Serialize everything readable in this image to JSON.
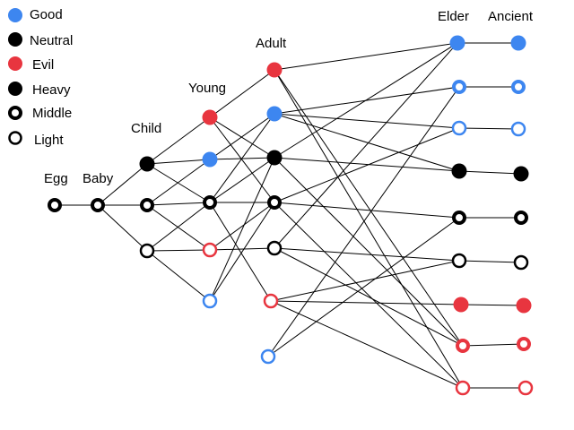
{
  "colors": {
    "good": "#3d86f0",
    "neutral": "#000000",
    "evil": "#e8353f",
    "edge": "#000000"
  },
  "legend": [
    {
      "id": "good",
      "label": "Good",
      "style": "filled",
      "color": "#3d86f0"
    },
    {
      "id": "neutral",
      "label": "Neutral",
      "style": "filled",
      "color": "#000000"
    },
    {
      "id": "evil",
      "label": "Evil",
      "style": "filled",
      "color": "#e8353f"
    },
    {
      "id": "heavy",
      "label": "Heavy",
      "style": "filled",
      "color": "#000000"
    },
    {
      "id": "middle",
      "label": "Middle",
      "style": "thick-ring",
      "color": "#000000"
    },
    {
      "id": "light",
      "label": "Light",
      "style": "thin-ring",
      "color": "#000000"
    }
  ],
  "stages": [
    {
      "id": "egg",
      "label": "Egg"
    },
    {
      "id": "baby",
      "label": "Baby"
    },
    {
      "id": "child",
      "label": "Child"
    },
    {
      "id": "young",
      "label": "Young"
    },
    {
      "id": "adult",
      "label": "Adult"
    },
    {
      "id": "elder",
      "label": "Elder"
    },
    {
      "id": "ancient",
      "label": "Ancient"
    }
  ],
  "nodes": [
    {
      "id": "egg",
      "stage": "egg",
      "style": "thick-ring",
      "color": "#000000"
    },
    {
      "id": "baby",
      "stage": "baby",
      "style": "thick-ring",
      "color": "#000000"
    },
    {
      "id": "child-heavy",
      "stage": "child",
      "style": "filled",
      "color": "#000000"
    },
    {
      "id": "child-middle",
      "stage": "child",
      "style": "thick-ring",
      "color": "#000000"
    },
    {
      "id": "child-light",
      "stage": "child",
      "style": "thin-ring",
      "color": "#000000"
    },
    {
      "id": "young-evil-heavy",
      "stage": "young",
      "style": "filled",
      "color": "#e8353f"
    },
    {
      "id": "young-good-heavy",
      "stage": "young",
      "style": "filled",
      "color": "#3d86f0"
    },
    {
      "id": "young-neutral-middle",
      "stage": "young",
      "style": "thick-ring",
      "color": "#000000"
    },
    {
      "id": "young-evil-light",
      "stage": "young",
      "style": "thin-ring",
      "color": "#e8353f"
    },
    {
      "id": "young-good-light",
      "stage": "young",
      "style": "thin-ring",
      "color": "#3d86f0"
    },
    {
      "id": "adult-evil-heavy",
      "stage": "adult",
      "style": "filled",
      "color": "#e8353f"
    },
    {
      "id": "adult-good-heavy",
      "stage": "adult",
      "style": "filled",
      "color": "#3d86f0"
    },
    {
      "id": "adult-neutral-heavy",
      "stage": "adult",
      "style": "filled",
      "color": "#000000"
    },
    {
      "id": "adult-neutral-middle",
      "stage": "adult",
      "style": "thick-ring",
      "color": "#000000"
    },
    {
      "id": "adult-neutral-light",
      "stage": "adult",
      "style": "thin-ring",
      "color": "#000000"
    },
    {
      "id": "adult-evil-light",
      "stage": "adult",
      "style": "thin-ring",
      "color": "#e8353f"
    },
    {
      "id": "adult-good-light",
      "stage": "adult",
      "style": "thin-ring",
      "color": "#3d86f0"
    },
    {
      "id": "elder-good-heavy",
      "stage": "elder",
      "style": "filled",
      "color": "#3d86f0"
    },
    {
      "id": "elder-good-middle",
      "stage": "elder",
      "style": "thick-ring",
      "color": "#3d86f0"
    },
    {
      "id": "elder-good-light",
      "stage": "elder",
      "style": "thin-ring",
      "color": "#3d86f0"
    },
    {
      "id": "elder-neutral-heavy",
      "stage": "elder",
      "style": "filled",
      "color": "#000000"
    },
    {
      "id": "elder-neutral-middle",
      "stage": "elder",
      "style": "thick-ring",
      "color": "#000000"
    },
    {
      "id": "elder-neutral-light",
      "stage": "elder",
      "style": "thin-ring",
      "color": "#000000"
    },
    {
      "id": "elder-evil-heavy",
      "stage": "elder",
      "style": "filled",
      "color": "#e8353f"
    },
    {
      "id": "elder-evil-middle",
      "stage": "elder",
      "style": "thick-ring",
      "color": "#e8353f"
    },
    {
      "id": "elder-evil-light",
      "stage": "elder",
      "style": "thin-ring",
      "color": "#e8353f"
    },
    {
      "id": "ancient-good-heavy",
      "stage": "ancient",
      "style": "filled",
      "color": "#3d86f0"
    },
    {
      "id": "ancient-good-middle",
      "stage": "ancient",
      "style": "thick-ring",
      "color": "#3d86f0"
    },
    {
      "id": "ancient-good-light",
      "stage": "ancient",
      "style": "thin-ring",
      "color": "#3d86f0"
    },
    {
      "id": "ancient-neutral-heavy",
      "stage": "ancient",
      "style": "filled",
      "color": "#000000"
    },
    {
      "id": "ancient-neutral-middle",
      "stage": "ancient",
      "style": "thick-ring",
      "color": "#000000"
    },
    {
      "id": "ancient-neutral-light",
      "stage": "ancient",
      "style": "thin-ring",
      "color": "#000000"
    },
    {
      "id": "ancient-evil-heavy",
      "stage": "ancient",
      "style": "filled",
      "color": "#e8353f"
    },
    {
      "id": "ancient-evil-middle",
      "stage": "ancient",
      "style": "thick-ring",
      "color": "#e8353f"
    },
    {
      "id": "ancient-evil-light",
      "stage": "ancient",
      "style": "thin-ring",
      "color": "#e8353f"
    }
  ],
  "edges": [
    [
      "egg",
      "baby"
    ],
    [
      "baby",
      "child-heavy"
    ],
    [
      "baby",
      "child-middle"
    ],
    [
      "baby",
      "child-light"
    ],
    [
      "child-heavy",
      "young-evil-heavy"
    ],
    [
      "child-heavy",
      "young-good-heavy"
    ],
    [
      "child-heavy",
      "young-neutral-middle"
    ],
    [
      "child-middle",
      "young-good-heavy"
    ],
    [
      "child-middle",
      "young-neutral-middle"
    ],
    [
      "child-middle",
      "young-evil-light"
    ],
    [
      "child-light",
      "young-neutral-middle"
    ],
    [
      "child-light",
      "young-evil-light"
    ],
    [
      "child-light",
      "young-good-light"
    ],
    [
      "young-evil-heavy",
      "adult-evil-heavy"
    ],
    [
      "young-evil-heavy",
      "adult-neutral-heavy"
    ],
    [
      "young-evil-heavy",
      "adult-neutral-middle"
    ],
    [
      "young-good-heavy",
      "adult-good-heavy"
    ],
    [
      "young-good-heavy",
      "adult-neutral-heavy"
    ],
    [
      "young-neutral-middle",
      "adult-good-heavy"
    ],
    [
      "young-neutral-middle",
      "adult-neutral-heavy"
    ],
    [
      "young-neutral-middle",
      "adult-neutral-middle"
    ],
    [
      "young-neutral-middle",
      "adult-evil-light"
    ],
    [
      "young-evil-light",
      "adult-neutral-middle"
    ],
    [
      "young-evil-light",
      "adult-neutral-light"
    ],
    [
      "young-good-light",
      "adult-neutral-heavy"
    ],
    [
      "young-good-light",
      "adult-neutral-middle"
    ],
    [
      "adult-evil-heavy",
      "elder-good-heavy"
    ],
    [
      "adult-evil-heavy",
      "elder-evil-middle"
    ],
    [
      "adult-evil-heavy",
      "elder-evil-light"
    ],
    [
      "adult-good-heavy",
      "elder-good-middle"
    ],
    [
      "adult-good-heavy",
      "elder-good-light"
    ],
    [
      "adult-good-heavy",
      "elder-neutral-heavy"
    ],
    [
      "adult-neutral-heavy",
      "elder-good-heavy"
    ],
    [
      "adult-neutral-heavy",
      "elder-neutral-heavy"
    ],
    [
      "adult-neutral-heavy",
      "elder-evil-middle"
    ],
    [
      "adult-neutral-middle",
      "elder-good-light"
    ],
    [
      "adult-neutral-middle",
      "elder-neutral-middle"
    ],
    [
      "adult-neutral-middle",
      "elder-evil-light"
    ],
    [
      "adult-neutral-light",
      "elder-good-heavy"
    ],
    [
      "adult-neutral-light",
      "elder-neutral-light"
    ],
    [
      "adult-neutral-light",
      "elder-evil-middle"
    ],
    [
      "adult-evil-light",
      "elder-neutral-light"
    ],
    [
      "adult-evil-light",
      "elder-evil-heavy"
    ],
    [
      "adult-evil-light",
      "elder-evil-light"
    ],
    [
      "adult-good-light",
      "elder-good-middle"
    ],
    [
      "adult-good-light",
      "elder-neutral-middle"
    ],
    [
      "elder-good-heavy",
      "ancient-good-heavy"
    ],
    [
      "elder-good-middle",
      "ancient-good-middle"
    ],
    [
      "elder-good-light",
      "ancient-good-light"
    ],
    [
      "elder-neutral-heavy",
      "ancient-neutral-heavy"
    ],
    [
      "elder-neutral-middle",
      "ancient-neutral-middle"
    ],
    [
      "elder-neutral-light",
      "ancient-neutral-light"
    ],
    [
      "elder-evil-heavy",
      "ancient-evil-heavy"
    ],
    [
      "elder-evil-middle",
      "ancient-evil-middle"
    ],
    [
      "elder-evil-light",
      "ancient-evil-light"
    ]
  ]
}
